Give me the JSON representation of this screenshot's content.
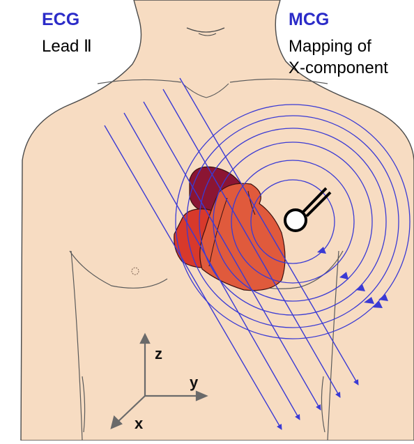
{
  "ecg": {
    "title": "ECG",
    "subtitle": "Lead Ⅱ"
  },
  "mcg": {
    "title": "MCG",
    "line1": "Mapping of",
    "line2": "X-component"
  },
  "axes": {
    "z": "z",
    "y": "y",
    "x": "x"
  },
  "colors": {
    "skin": "#f7dcc2",
    "outline": "#4a4a4a",
    "field": "#3a3ad4",
    "heading": "#2b2bc8",
    "heart_main": "#e05a3c",
    "heart_dark": "#8b1533",
    "heart_right": "#d8392b"
  },
  "icons": {
    "sensor": "squid-pickup-coil-icon",
    "axes": "xyz-coordinate-axes-icon"
  }
}
